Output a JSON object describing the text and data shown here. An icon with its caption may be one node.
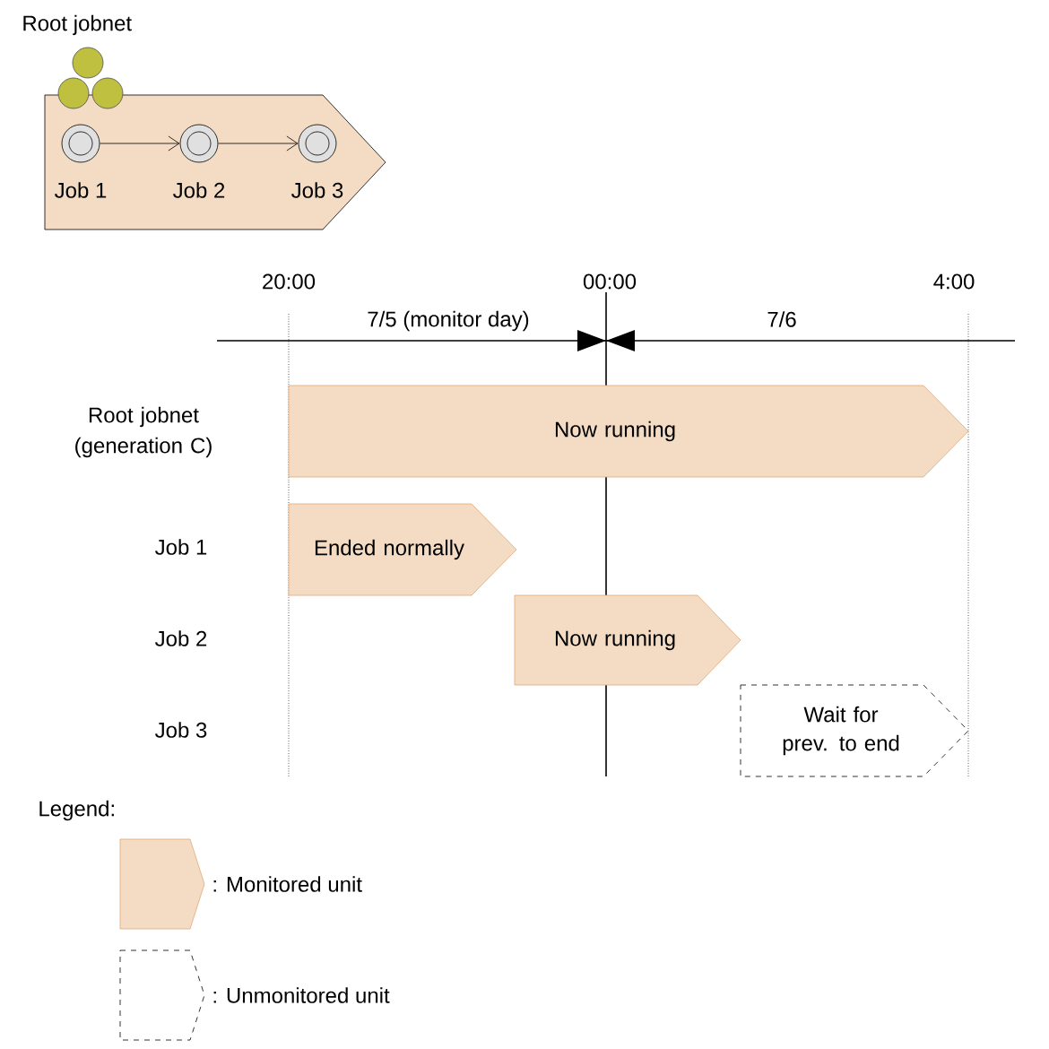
{
  "diagram": {
    "nodes": [
      {
        "text": [
          "Root jobnet"
        ]
      },
      {
        "text": [
          "Job 1"
        ],
        "in": 0
      },
      {
        "text": [
          "Job 2"
        ],
        "in": 0
      },
      {
        "text": [
          "Job 3"
        ],
        "in": 0
      },
      {
        "text": [
          "Now running"
        ]
      },
      {
        "text": [
          "Ended normally"
        ]
      },
      {
        "text": [
          "Now running"
        ]
      },
      {
        "text": [
          "Wait for prev. to end"
        ]
      }
    ],
    "edges": [
      {
        "from": 1,
        "to": 2,
        "arrow": "to"
      },
      {
        "from": 2,
        "to": 3,
        "arrow": "to"
      }
    ],
    "labels": [
      "20:00",
      "00:00",
      "4:00",
      "7/5 (monitor day)",
      "7/6",
      "Root jobnet (generation C)",
      "Job 1",
      "Job 2",
      "Job 3",
      "Legend:"
    ],
    "legend": [
      {
        "text": ": Monitored unit",
        "color": "#f4dcc4"
      },
      {
        "text": ": Unmonitored unit"
      }
    ]
  }
}
